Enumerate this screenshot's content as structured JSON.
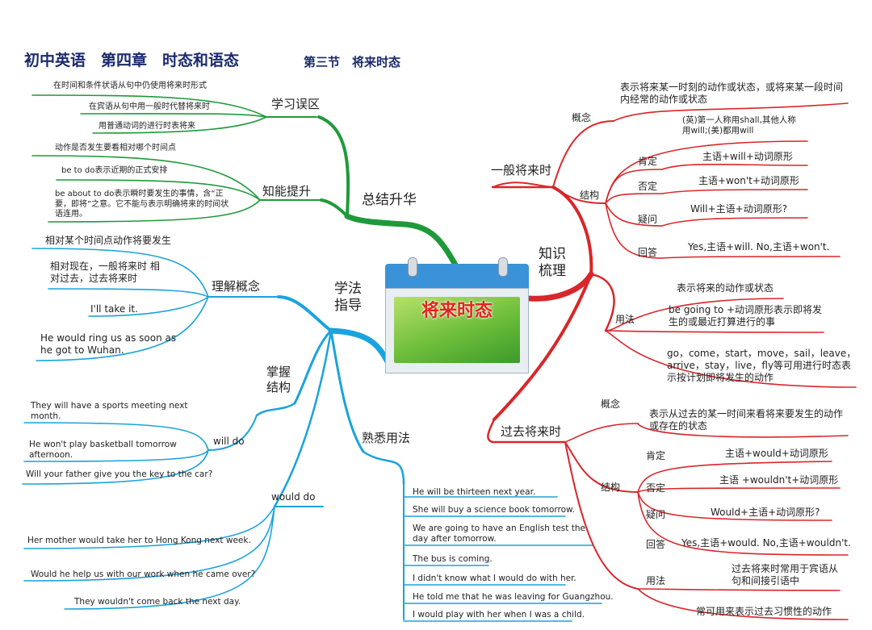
{
  "title": {
    "main": "初中英语　第四章　时态和语态",
    "section": "第三节　将来时态"
  },
  "center": {
    "label": "将来时态"
  },
  "branches": {
    "zongjie": {
      "label": "总结升华",
      "xuexi": {
        "label": "学习误区",
        "items": [
          "在时间和条件状语从句中仍使用将来时形式",
          "在宾语从句中用一般时代替将来时",
          "用普通动词的进行时表将来"
        ]
      },
      "zhineng": {
        "label": "知能提升",
        "items": [
          "动作是否发生要看相对哪个时间点",
          "be to do表示近期的正式安排",
          "be about to do表示瞬时要发生的事情，含“正要，即将”之意。它不能与表示明确将来的时间状语连用。"
        ]
      }
    },
    "xuefa": {
      "label": "学法指导",
      "lijie": {
        "label": "理解概念",
        "items": [
          "相对某个时间点动作将要发生",
          "相对现在，一般将来时 相对过去，过去将来时",
          "I'll take it.",
          "He would ring us as soon as he got to Wuhan."
        ]
      },
      "zhangwo": {
        "label": "掌握结构",
        "willdo": {
          "label": "will do",
          "items": [
            "They will have a sports meeting next month.",
            "He won't play basketball tomorrow afternoon.",
            "Will your father give you the key to the car?"
          ]
        },
        "woulddo": {
          "label": "would do",
          "items": [
            "Her mother would take her to Hong Kong next week.",
            "Would he help us with our work when he came over?",
            "They wouldn't come back the next day."
          ]
        }
      },
      "shuxi": {
        "label": "熟悉用法",
        "items": [
          "He will be thirteen next year.",
          "She will buy a science book tomorrow.",
          "We are going to have an English test the day after tomorrow.",
          "The bus is coming.",
          "I didn't know what I would do with her.",
          "He told me that he was leaving for Guangzhou.",
          "I would play with her when I was a child."
        ]
      }
    },
    "zhishi": {
      "label": "知识梳理",
      "yiban": {
        "label": "一般将来时",
        "concept_label": "概念",
        "concept": "表示将来某一时刻的动作或状态，或将来某一段时间内经常的动作或状态",
        "structure_label": "结构",
        "structure_note": "(英)第一人称用shall,其他人称用will;(美)都用will",
        "structure": [
          {
            "label": "肯定",
            "value": "主语+will+动词原形"
          },
          {
            "label": "否定",
            "value": "主语+won't+动词原形"
          },
          {
            "label": "疑问",
            "value": "Will+主语+动词原形?"
          },
          {
            "label": "回答",
            "value": "Yes,主语+will. No,主语+won't."
          }
        ],
        "usage_label": "用法",
        "usage": [
          "表示将来的动作或状态",
          "be going to +动词原形表示即将发生的或最近打算进行的事",
          "go，come，start，move，sail，leave，arrive，stay，live，fly等可用进行时态表示按计划即将发生的动作"
        ]
      },
      "guoqu": {
        "label": "过去将来时",
        "concept_label": "概念",
        "concept": "表示从过去的某一时间来看将来要发生的动作或存在的状态",
        "structure_label": "结构",
        "structure": [
          {
            "label": "肯定",
            "value": "主语+would+动词原形"
          },
          {
            "label": "否定",
            "value": "主语 +wouldn't+动词原形"
          },
          {
            "label": "疑问",
            "value": "Would+主语+动词原形?"
          },
          {
            "label": "回答",
            "value": "Yes,主语+would. No,主语+wouldn't."
          }
        ],
        "usage_label": "用法",
        "usage": [
          "过去将来时常用于宾语从句和间接引语中",
          "常可用来表示过去习惯性的动作"
        ]
      }
    }
  },
  "colors": {
    "green": "#1f9a3a",
    "blue": "#1aa3dc",
    "red": "#d9262a",
    "title": "#1a2a6c"
  }
}
